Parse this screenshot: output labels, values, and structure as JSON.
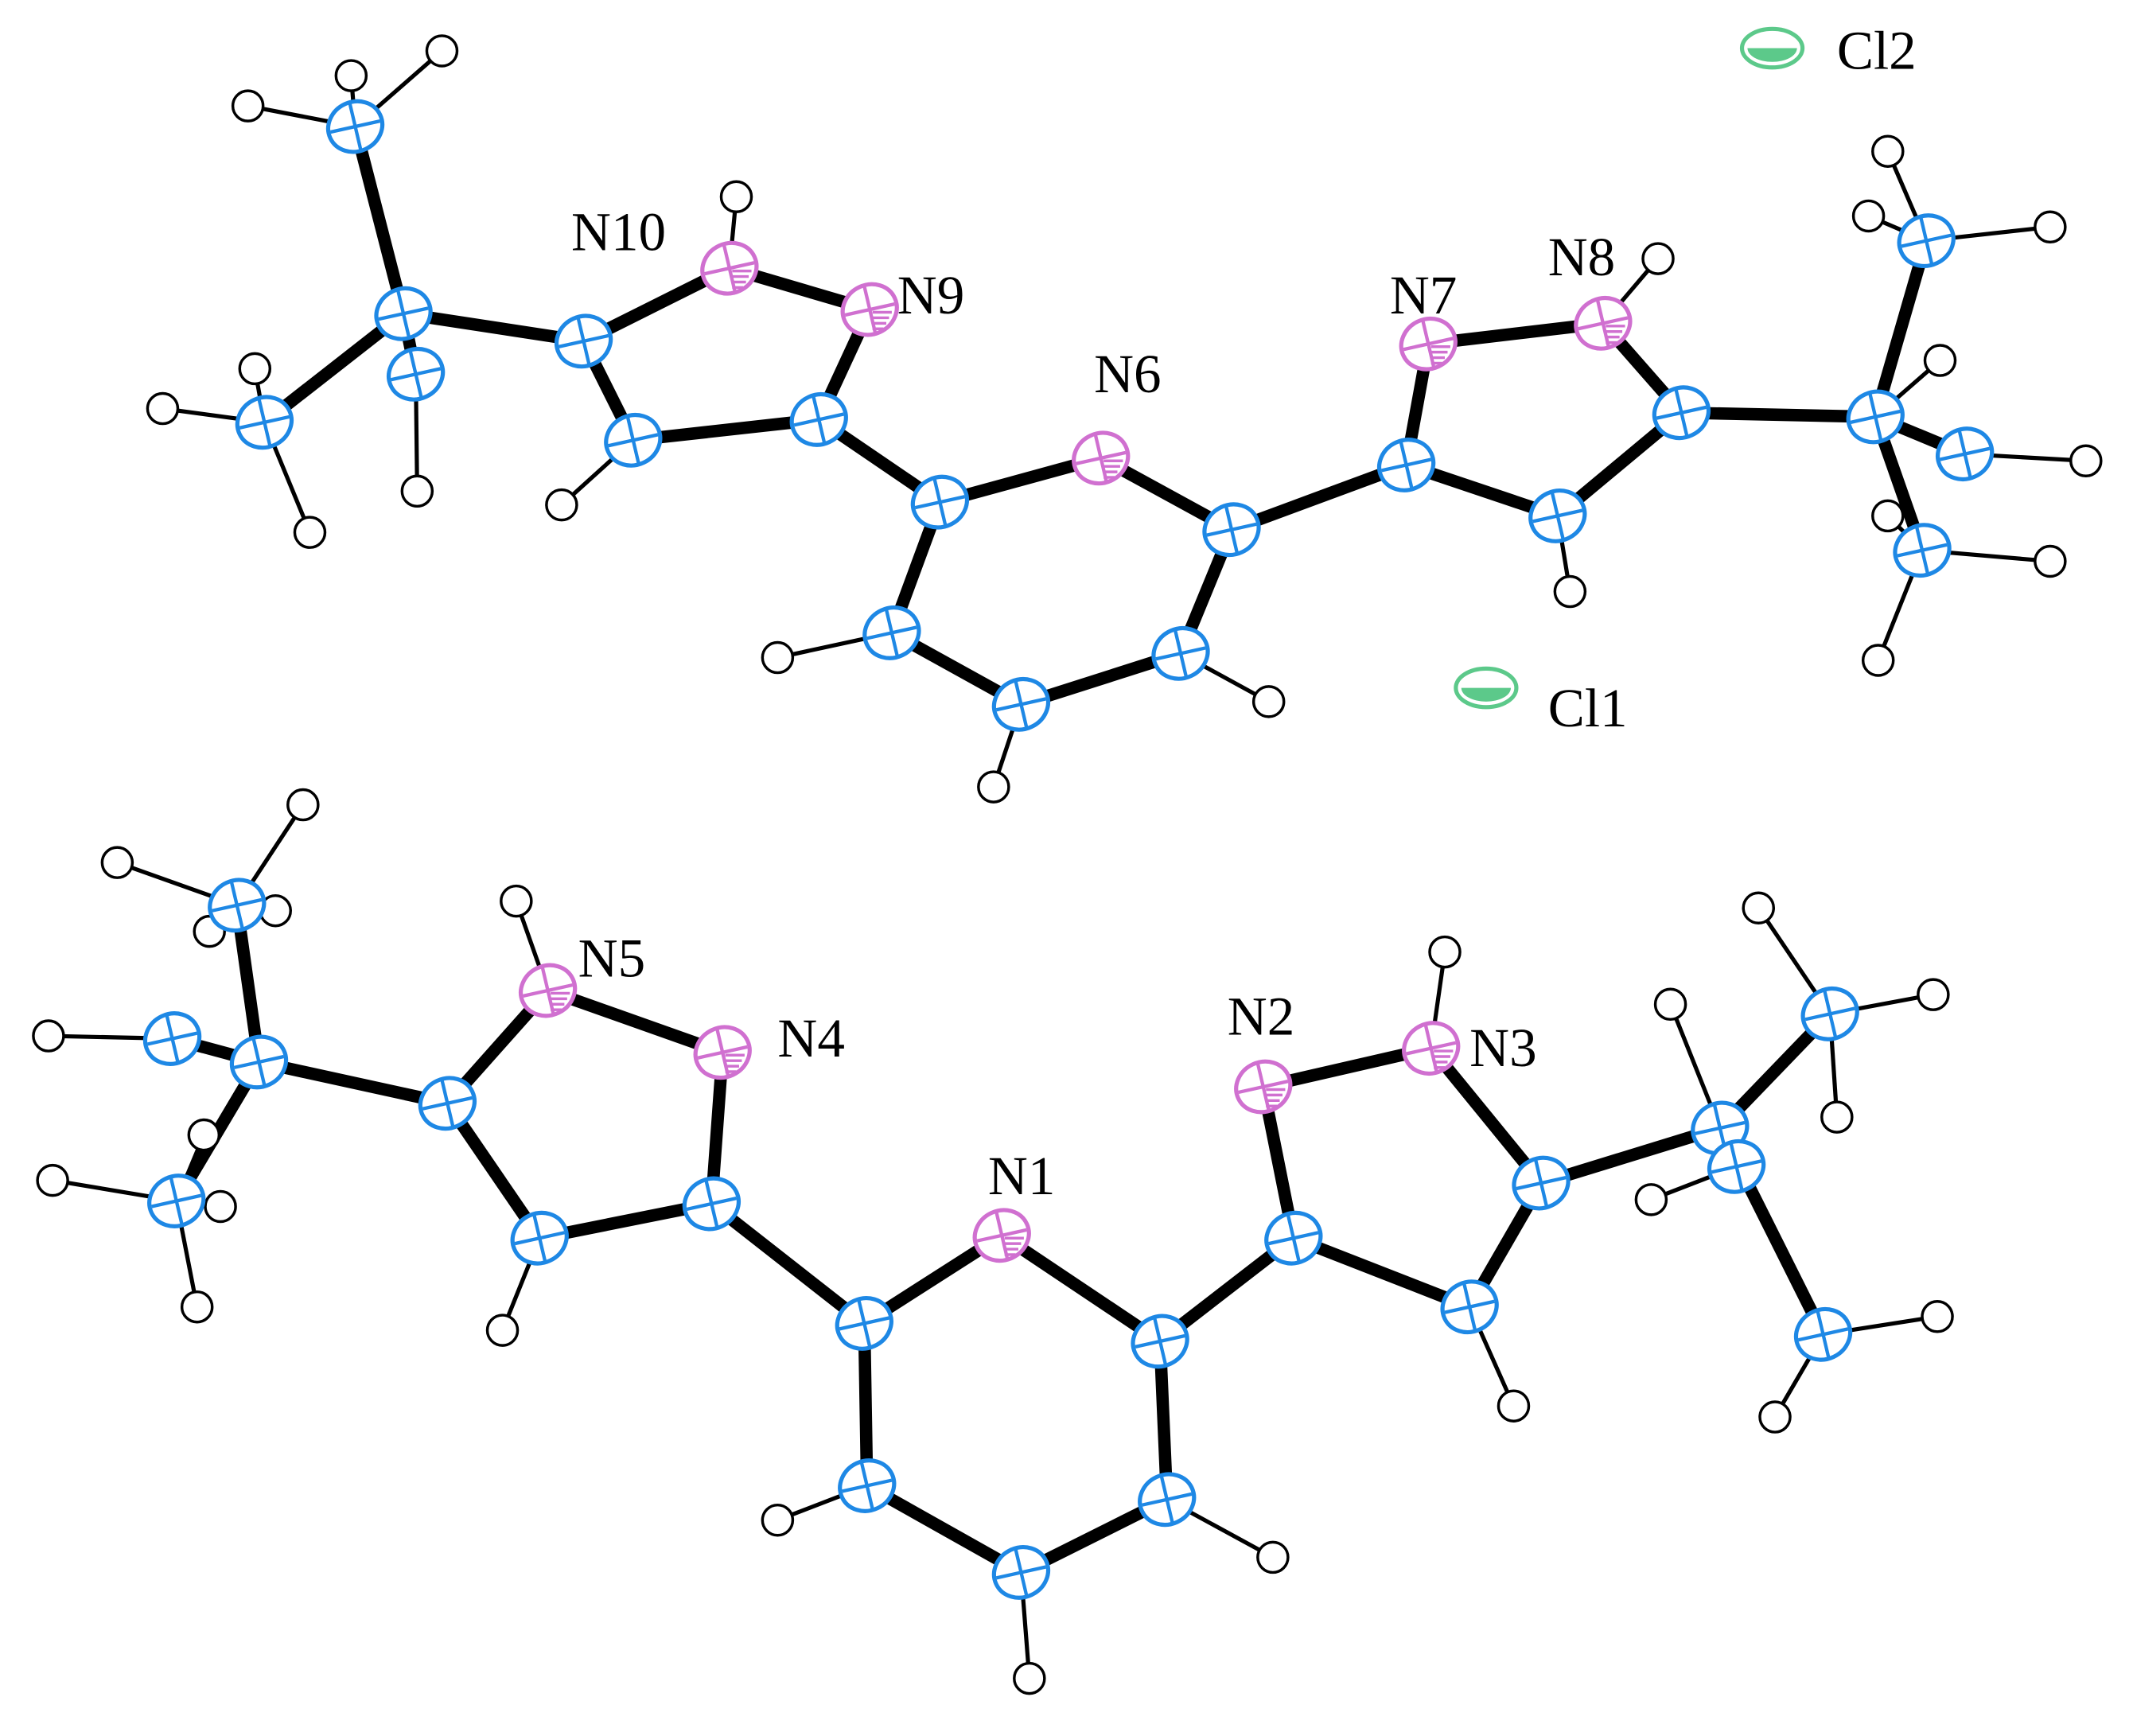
{
  "labels": {
    "N1": "N1",
    "N2": "N2",
    "N3": "N3",
    "N4": "N4",
    "N5": "N5",
    "N6": "N6",
    "N7": "N7",
    "N8": "N8",
    "N9": "N9",
    "N10": "N10",
    "Cl1": "Cl1",
    "Cl2": "Cl2"
  },
  "colors": {
    "carbon": "#1e88e5",
    "nitrogen": "#d070d0",
    "chlorine": "#5cc98a",
    "hydrogen": "#000000",
    "bond": "#000000"
  }
}
